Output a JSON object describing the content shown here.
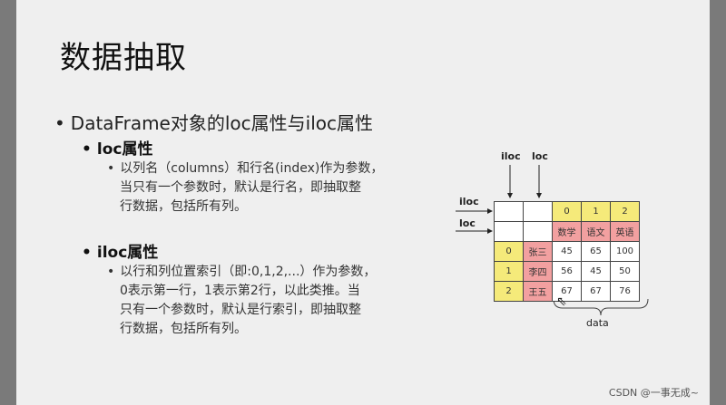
{
  "title": "数据抽取",
  "main_bullet": "DataFrame对象的loc属性与iloc属性",
  "loc_section": {
    "heading": "loc属性",
    "lines": [
      "以列名（columns）和行名(index)作为参数，",
      "当只有一个参数时，默认是行名，即抽取整",
      "行数据，包括所有列。"
    ]
  },
  "iloc_section": {
    "heading": "iloc属性",
    "lines": [
      "以行和列位置索引（即:0,1,2,...）作为参数，",
      "0表示第一行，1表示第2行，以此类推。当",
      "只有一个参数时，默认是行索引，即抽取整",
      "行数据，包括所有列。"
    ]
  },
  "diagram": {
    "top_labels": {
      "iloc": "iloc",
      "loc": "loc"
    },
    "left_labels": {
      "iloc": "iloc",
      "loc": "loc"
    },
    "col_positions": [
      "0",
      "1",
      "2"
    ],
    "col_names": [
      "数学",
      "语文",
      "英语"
    ],
    "row_positions": [
      "0",
      "1",
      "2"
    ],
    "row_names": [
      "张三",
      "李四",
      "王五"
    ],
    "values": [
      [
        "45",
        "65",
        "100"
      ],
      [
        "56",
        "45",
        "50"
      ],
      [
        "67",
        "67",
        "76"
      ]
    ],
    "data_label": "data"
  },
  "footer": "CSDN @一事无成~",
  "colors": {
    "yellow": "#f5ea7a",
    "red": "#f2a0a0"
  }
}
